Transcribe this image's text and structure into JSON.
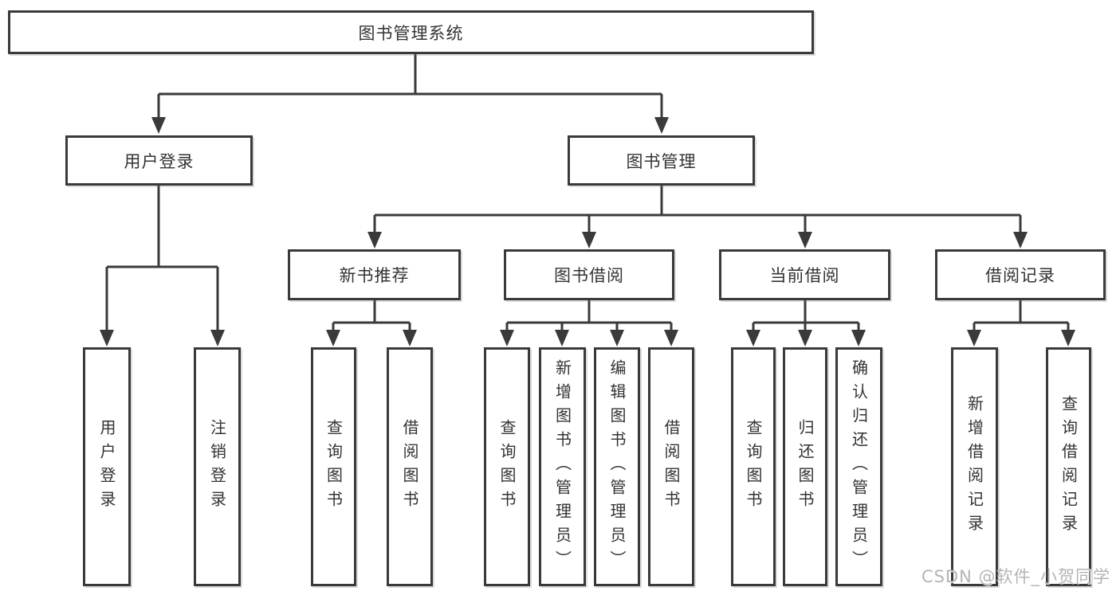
{
  "diagram_title": "图书管理系统",
  "colors": {
    "line": "#3a3a3a",
    "text": "#333333",
    "watermark": "#b4b4b4",
    "background": "#ffffff"
  },
  "tree": {
    "label": "图书管理系统",
    "children": [
      {
        "label": "用户登录",
        "children": [
          {
            "label": "用户登录"
          },
          {
            "label": "注销登录"
          }
        ]
      },
      {
        "label": "图书管理",
        "children": [
          {
            "label": "新书推荐",
            "children": [
              {
                "label": "查询图书"
              },
              {
                "label": "借阅图书"
              }
            ]
          },
          {
            "label": "图书借阅",
            "children": [
              {
                "label": "查询图书"
              },
              {
                "label": "新增图书（管理员）"
              },
              {
                "label": "编辑图书（管理员）"
              },
              {
                "label": "借阅图书"
              }
            ]
          },
          {
            "label": "当前借阅",
            "children": [
              {
                "label": "查询图书"
              },
              {
                "label": "归还图书"
              },
              {
                "label": "确认归还（管理员）"
              }
            ]
          },
          {
            "label": "借阅记录",
            "children": [
              {
                "label": "新增借阅记录"
              },
              {
                "label": "查询借阅记录"
              }
            ]
          }
        ]
      }
    ]
  },
  "watermark": {
    "text": "CSDN @软件_小贺同学"
  }
}
